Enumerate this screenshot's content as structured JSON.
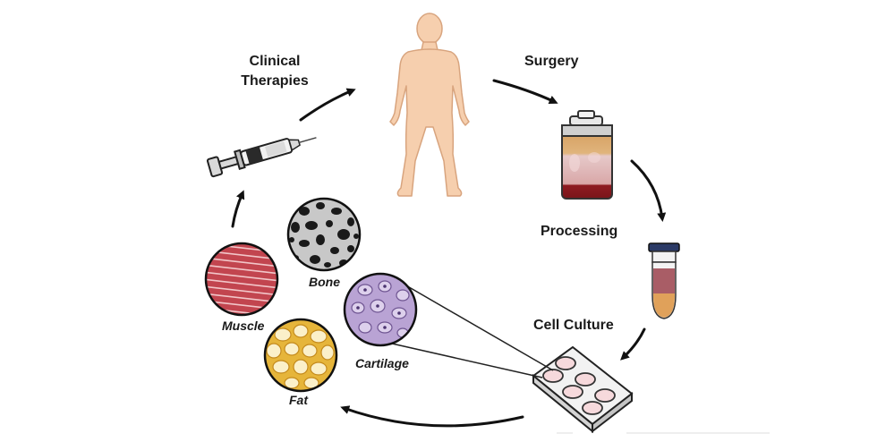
{
  "labels": {
    "clinical_therapies": [
      "Clinical",
      "Therapies"
    ],
    "surgery": "Surgery",
    "processing": "Processing",
    "cell_culture": "Cell Culture",
    "bone": "Bone",
    "muscle": "Muscle",
    "cartilage": "Cartilage",
    "fat": "Fat"
  },
  "colors": {
    "skin": "#f6cfae",
    "skin_outline": "#d8a47e",
    "blood": "#9b1b1f",
    "serum": "#d9a86c",
    "muscle": "#c2454f",
    "cartilage": "#a990c9",
    "fat": "#e6b53a",
    "arrow": "#111111"
  },
  "icons": [
    "human-body-icon",
    "syringe-icon",
    "collection-jar-icon",
    "centrifuge-tube-icon",
    "well-plate-icon",
    "bone-tissue-icon",
    "muscle-tissue-icon",
    "cartilage-tissue-icon",
    "fat-tissue-icon"
  ]
}
